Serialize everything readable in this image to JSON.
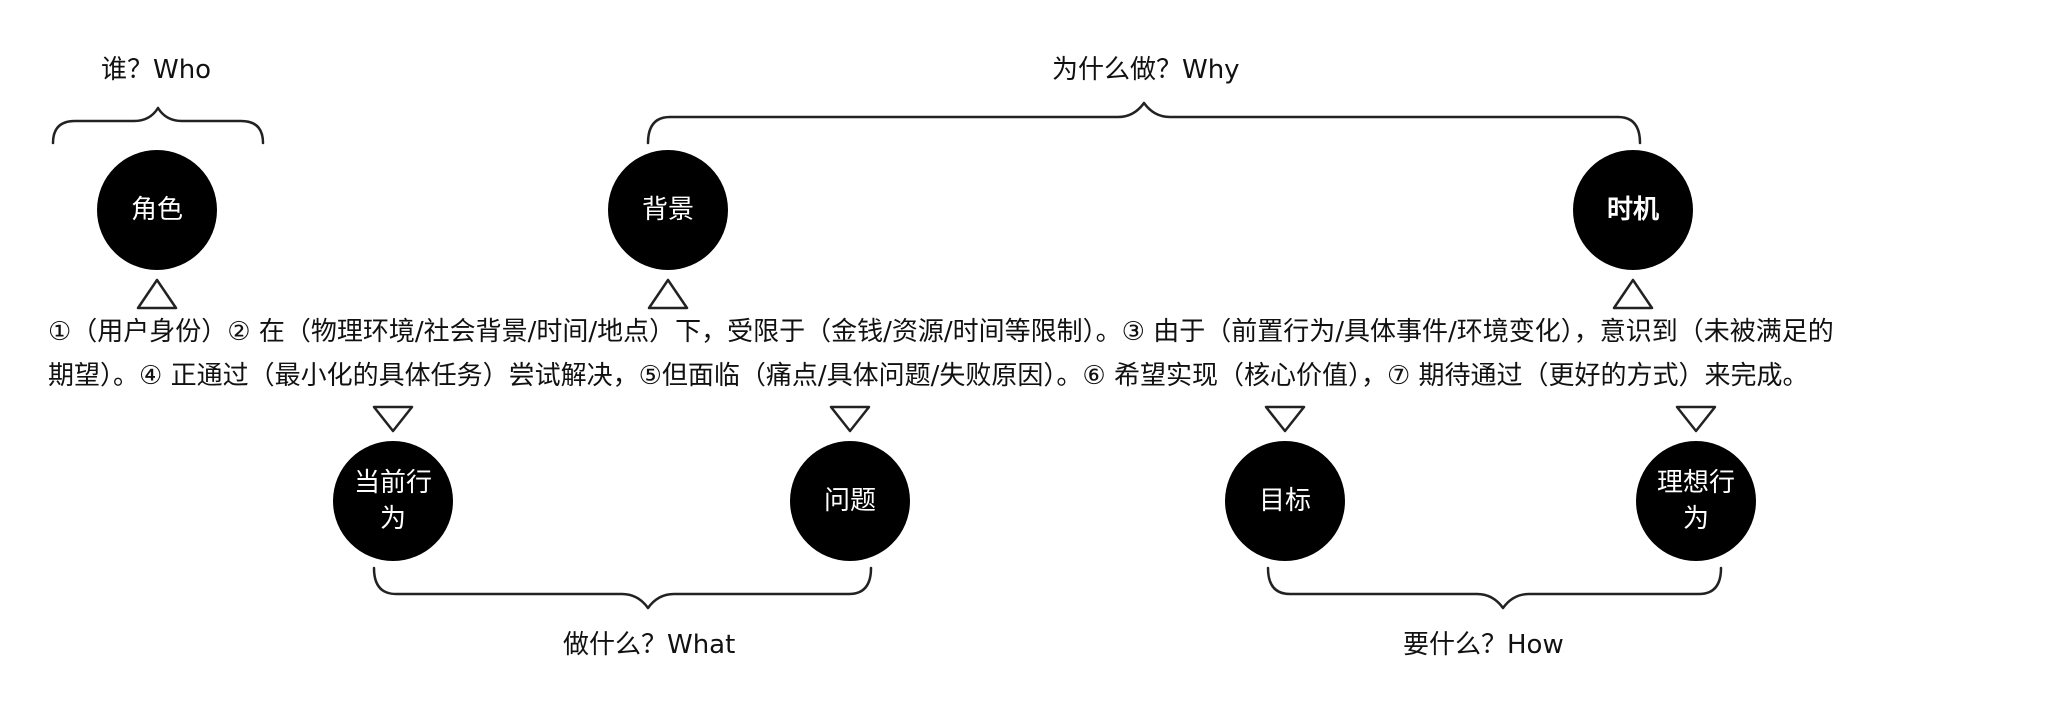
{
  "groups": {
    "who": "谁？Who",
    "why": "为什么做？Why",
    "what": "做什么？What",
    "how": "要什么？How"
  },
  "nodes": {
    "role": "角色",
    "background": "背景",
    "timing": "时机",
    "current_behavior": "当前行为",
    "problem": "问题",
    "goal": "目标",
    "ideal_behavior": "理想行为"
  },
  "sentence": {
    "line1": "①（用户身份）② 在（物理环境/社会背景/时间/地点）下，受限于（金钱/资源/时间等限制）。③ 由于（前置行为/具体事件/环境变化），意识到（未被满足的",
    "line2": "期望）。④ 正通过（最小化的具体任务）尝试解决，⑤但面临（痛点/具体问题/失败原因）。⑥ 希望实现（核心价值），⑦ 期待通过（更好的方式）来完成。"
  },
  "colors": {
    "node_fill": "#000000",
    "node_text": "#ffffff",
    "line": "#222222"
  }
}
